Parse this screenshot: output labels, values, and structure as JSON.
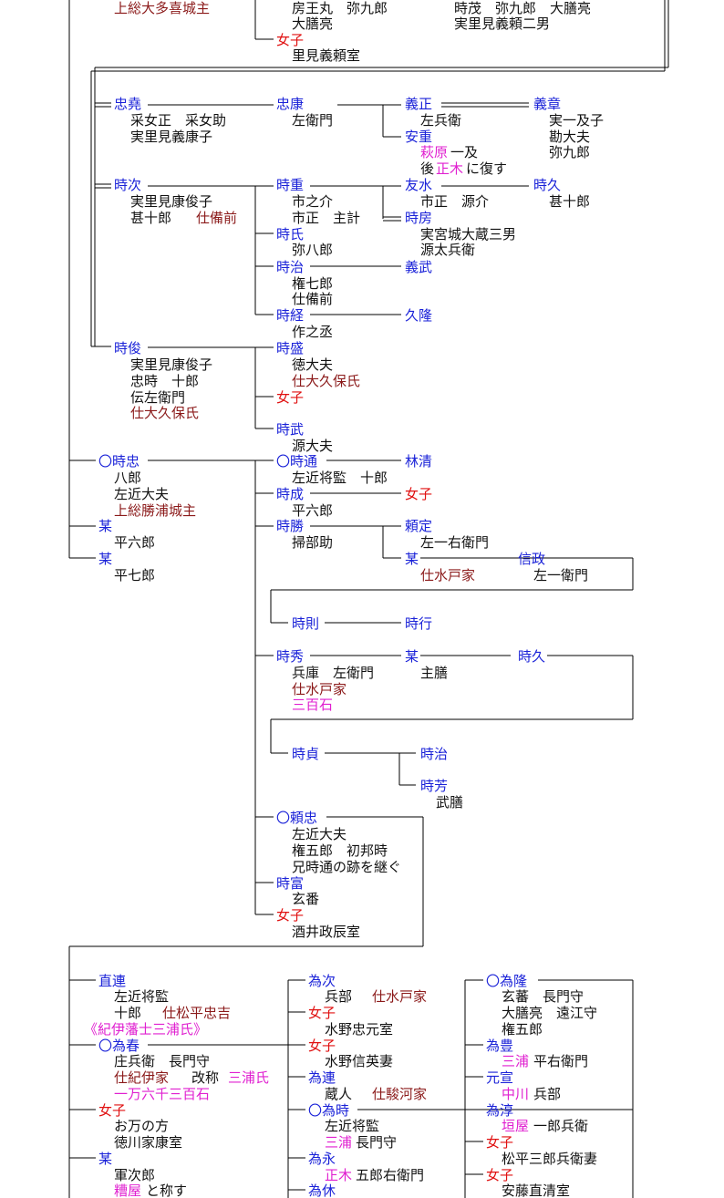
{
  "palette": {
    "name": "#1a22d8",
    "info": "#111111",
    "daughter": "#e01010",
    "service": "#8b1a1a",
    "highlight": "#e020d0",
    "line": "#000000"
  },
  "legend_marks": {
    "circle": "〇"
  },
  "top": {
    "kazusa_castle": "上総大多喜城主",
    "fusaoumaru": "房王丸　弥九郎",
    "daizennosuke": "大膳亮",
    "tokishige": "時茂　弥九郎　大膳亮",
    "tokishige_note": "実里見義頼二男",
    "daughter": "女子",
    "daughter_note": "里見義頼室"
  },
  "tadataka": {
    "name": "忠堯",
    "titles": "采女正　采女助",
    "origin": "実里見義康子",
    "tadayasu": "忠康",
    "tadayasu_title": "左衛門",
    "yoshimasa": "義正",
    "yoshimasa_title": "左兵衛",
    "yasushige": "安重",
    "hagiwara": "萩原",
    "ikkyu": "一及",
    "revert_pre": "後",
    "masaki": "正木",
    "revert_post": "に復す",
    "yoshiaki": "義章",
    "yoshiaki_note1": "実一及子",
    "yoshiaki_note2": "勘大夫",
    "yoshiaki_note3": "弥九郎"
  },
  "tokitsugu": {
    "name": "時次",
    "origin": "実里見康俊子",
    "title": "甚十郎",
    "service": "仕備前",
    "tokishige2": "時重",
    "tokishige2_a": "市之介",
    "tokishige2_b": "市正　主計",
    "tomomizu": "友水",
    "tomomizu_title": "市正　源介",
    "tokihisa": "時久",
    "tokihisa_title": "甚十郎",
    "tokifusa": "時房",
    "tokifusa_a": "実宮城大蔵三男",
    "tokifusa_b": "源太兵衛",
    "tokiuji": "時氏",
    "tokiuji_title": "弥八郎",
    "tokiharu": "時治",
    "tokiharu_a": "権七郎",
    "tokiharu_b": "仕備前",
    "yoshitake": "義武",
    "tokitsune": "時経",
    "tokitsune_title": "作之丞",
    "hisataka": "久隆"
  },
  "tokitoshi": {
    "name": "時俊",
    "origin": "実里見康俊子",
    "a": "忠時　十郎",
    "b": "伝左衛門",
    "service": "仕大久保氏",
    "tokimori": "時盛",
    "tokimori_title": "徳大夫",
    "tokimori_service": "仕大久保氏",
    "daughter": "女子",
    "tokitake": "時武",
    "tokitake_title": "源大夫"
  },
  "tokitada": {
    "name": "〇時忠",
    "a": "八郎",
    "b": "左近大夫",
    "castle": "上総勝浦城主",
    "bou1": "某",
    "bou1_title": "平六郎",
    "bou2": "某",
    "bou2_title": "平七郎"
  },
  "tokimichi": {
    "name": "〇時通",
    "title": "左近将監　十郎",
    "rinsei": "林清",
    "tokinari": "時成",
    "tokinari_title": "平六郎",
    "daughter": "女子",
    "tokikatsu": "時勝",
    "tokikatsu_title": "掃部助",
    "yorisada": "頼定",
    "yorisada_title": "左一右衛門",
    "bou": "某",
    "bou_service": "仕水戸家",
    "nobumasa": "信政",
    "nobumasa_title": "左一衛門",
    "tokinori": "時則",
    "tokiyuki": "時行",
    "tokihide": "時秀",
    "tokihide_title": "兵庫　左衛門",
    "tokihide_service": "仕水戸家",
    "tokihide_stipend": "三百石",
    "bou2": "某",
    "bou2_title": "主膳",
    "tokihisa2": "時久",
    "tokisada": "時貞",
    "tokiharu2": "時治",
    "tokiyoshi": "時芳",
    "tokiyoshi_title": "武膳"
  },
  "yoritada": {
    "name": "〇頼忠",
    "a": "左近大夫",
    "b": "権五郎　初邦時",
    "c": "兄時通の跡を継ぐ",
    "tokitomi": "時富",
    "tokitomi_title": "玄番",
    "daughter": "女子",
    "daughter_note": "酒井政辰室"
  },
  "bottom": {
    "naotsura": "直連",
    "naotsura_a": "左近将監",
    "naotsura_b": "十郎",
    "naotsura_service": "仕松平忠吉",
    "kii_branch": "《紀伊藩士三浦氏》",
    "tameharu": "〇為春",
    "tameharu_a": "庄兵衛　長門守",
    "tameharu_service": "仕紀伊家",
    "tameharu_rename": "改称",
    "tameharu_miura": "三浦氏",
    "tameharu_stipend": "一万六千三百石",
    "daughter": "女子",
    "daughter_a": "お万の方",
    "daughter_b": "徳川家康室",
    "bou": "某",
    "bou_title": "軍次郎",
    "kasuya": "糟屋",
    "kasuya_post": "と称す",
    "nametsugu": "為次",
    "nametsugu_a": "兵部",
    "nametsugu_service": "仕水戸家",
    "daughter2": "女子",
    "daughter2_note": "水野忠元室",
    "daughter3": "女子",
    "daughter3_note": "水野信英妻",
    "tameren": "為連",
    "tameren_a": "蔵人",
    "tameren_service": "仕駿河家",
    "tametoki": "〇為時",
    "tametoki_a": "左近将監",
    "tametoki_miura": "三浦",
    "tametoki_b": "長門守",
    "tamenaga": "為永",
    "tamenaga_masaki": "正木",
    "tamenaga_b": "五郎右衛門",
    "tameyasu": "為休",
    "tametaka": "〇為隆",
    "tametaka_a": "玄蕃　長門守",
    "tametaka_b": "大膳亮　遠江守",
    "tametaka_c": "権五郎",
    "tametoyo": "為豊",
    "tametoyo_miura": "三浦",
    "tametoyo_b": "平右衛門",
    "motonobu": "元宣",
    "motonobu_nakagawa": "中川",
    "motonobu_b": "兵部",
    "tamejun": "為淳",
    "tamejun_kakiya": "垣屋",
    "tamejun_b": "一郎兵衛",
    "daughter4": "女子",
    "daughter4_note": "松平三郎兵衛妻",
    "daughter5": "女子",
    "daughter5_note": "安藤直清室"
  }
}
